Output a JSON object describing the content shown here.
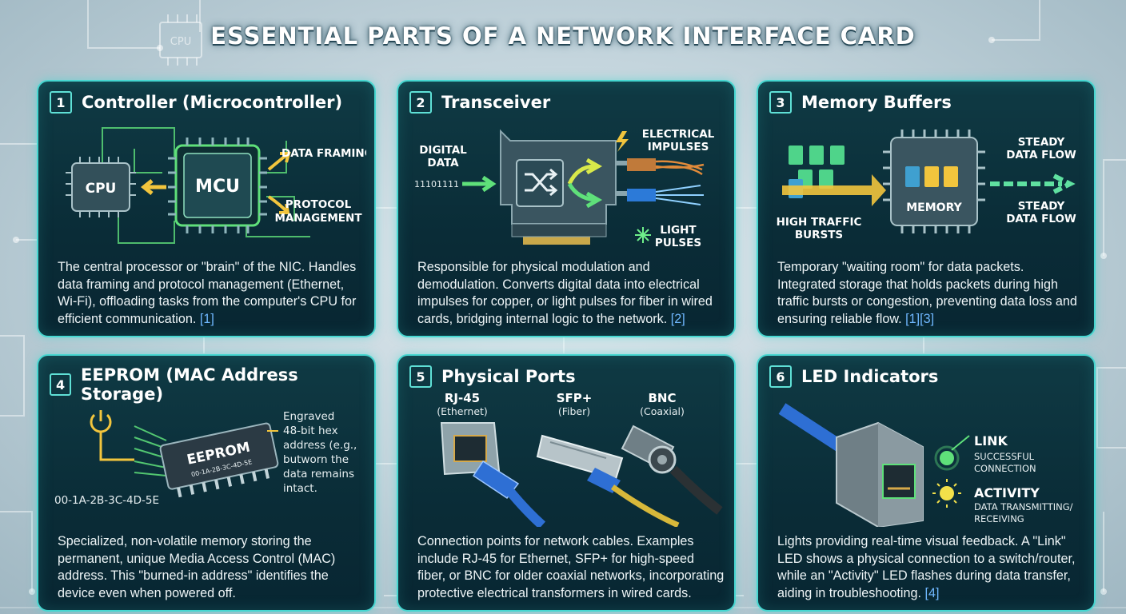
{
  "title": "ESSENTIAL PARTS OF A NETWORK INTERFACE CARD",
  "background_icon_label": "CPU",
  "colors": {
    "accent": "#46d6d0",
    "card_bg": "#0b2f3a",
    "arrow_yellow": "#f2c53d",
    "arrow_green": "#5fe07a",
    "ref_blue": "#6fb8ff"
  },
  "cards": [
    {
      "num": "1",
      "title": "Controller (Microcontroller)",
      "labels": {
        "cpu": "CPU",
        "mcu": "MCU",
        "framing": "DATA FRAMING",
        "protocol1": "PROTOCOL",
        "protocol2": "MANAGEMENT"
      },
      "desc": "The central processor or \"brain\" of the NIC. Handles data framing and protocol management (Ethernet, Wi-Fi), offloading tasks from the computer's CPU for efficient communication.",
      "ref": "[1]"
    },
    {
      "num": "2",
      "title": "Transceiver",
      "labels": {
        "digital1": "DIGITAL",
        "digital2": "DATA",
        "bits": "11101111",
        "electrical1": "ELECTRICAL",
        "electrical2": "IMPULSES",
        "light1": "LIGHT",
        "light2": "PULSES"
      },
      "desc": "Responsible for physical modulation and demodulation. Converts digital data into electrical impulses for copper, or light pulses for fiber in wired cards, bridging internal logic to the network.",
      "ref": "[2]"
    },
    {
      "num": "3",
      "title": "Memory Buffers",
      "labels": {
        "burst1": "HIGH TRAFFIC",
        "burst2": "BURSTS",
        "memory": "MEMORY",
        "flow_top1": "STEADY",
        "flow_top2": "DATA FLOW",
        "flow_bot1": "STEADY",
        "flow_bot2": "DATA FLOW"
      },
      "desc": "Temporary \"waiting room\" for data packets. Integrated storage that holds packets during high traffic bursts or congestion, preventing data loss and ensuring reliable flow.",
      "ref": "[1][3]"
    },
    {
      "num": "4",
      "title": "EEPROM (MAC Address Storage)",
      "labels": {
        "chip": "EEPROM",
        "chip_addr": "00-1A-2B-3C-4D-5E",
        "mac": "00-1A-2B-3C-4D-5E",
        "note1": "Engraved",
        "note2": "48-bit hex",
        "note3": "address (e.g.,",
        "note4": "butworn the",
        "note5": "data remains",
        "note6": "intact."
      },
      "desc": "Specialized, non-volatile memory storing the permanent, unique Media Access Control (MAC) address. This \"burned-in address\" identifies the device even when powered off.",
      "ref": ""
    },
    {
      "num": "5",
      "title": "Physical Ports",
      "labels": {
        "rj45": "RJ-45",
        "rj45_sub": "(Ethernet)",
        "sfp": "SFP+",
        "sfp_sub": "(Fiber)",
        "bnc": "BNC",
        "bnc_sub": "(Coaxial)"
      },
      "desc": "Connection points for network cables. Examples include RJ-45 for Ethernet, SFP+ for high-speed fiber, or BNC for older coaxial networks, incorporating protective electrical transformers in wired cards.",
      "ref": ""
    },
    {
      "num": "6",
      "title": "LED Indicators",
      "labels": {
        "link": "LINK",
        "link_sub1": "SUCCESSFUL",
        "link_sub2": "CONNECTION",
        "activity": "ACTIVITY",
        "activity_sub1": "DATA TRANSMITTING/",
        "activity_sub2": "RECEIVING"
      },
      "desc": "Lights providing real-time visual feedback. A \"Link\" LED shows a physical connection to a switch/router, while an \"Activity\" LED flashes during data transfer, aiding in troubleshooting.",
      "ref": "[4]"
    }
  ]
}
